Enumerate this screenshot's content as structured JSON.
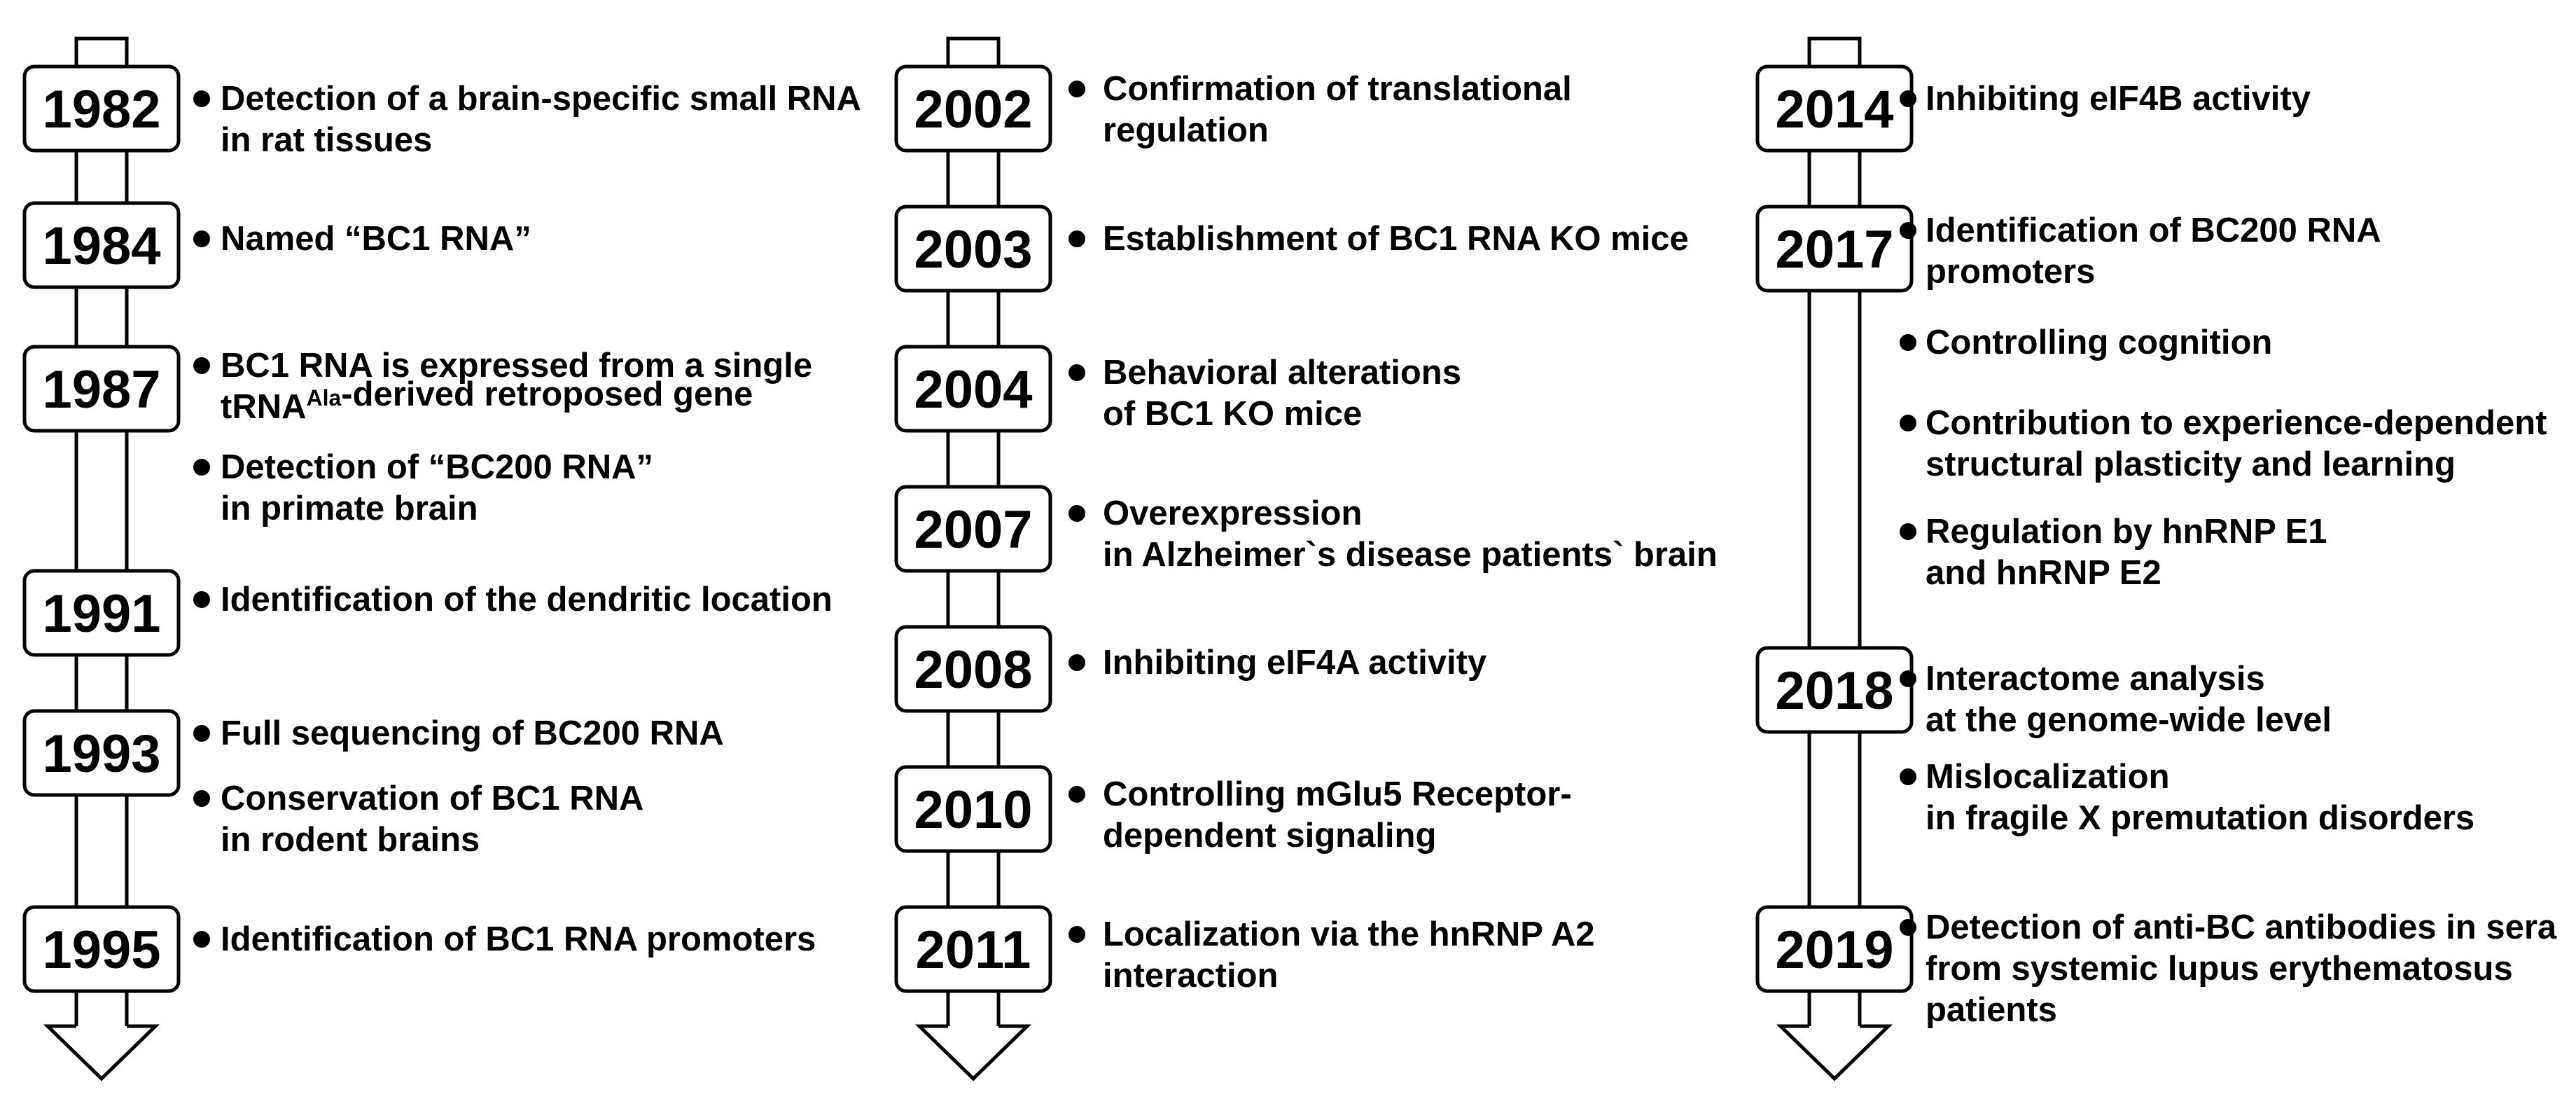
{
  "columns": [
    {
      "years": [
        {
          "label": "1982",
          "events": [
            {
              "lines": [
                "Detection of a brain-specific small RNA",
                "in rat tissues"
              ]
            }
          ]
        },
        {
          "label": "1984",
          "events": [
            {
              "lines": [
                "Named “BC1 RNA”"
              ]
            }
          ]
        },
        {
          "label": "1987",
          "events": [
            {
              "lines": [
                [
                  {
                    "t": "BC1 RNA is expressed from a single"
                  }
                ],
                [
                  {
                    "t": "tRNA"
                  },
                  {
                    "t": "Ala",
                    "sup": true
                  },
                  {
                    "t": "-derived retroposed gene"
                  }
                ]
              ]
            },
            {
              "lines": [
                "Detection of “BC200 RNA”",
                "in primate brain"
              ]
            }
          ]
        },
        {
          "label": "1991",
          "events": [
            {
              "lines": [
                "Identification of the dendritic location"
              ]
            }
          ]
        },
        {
          "label": "1993",
          "events": [
            {
              "lines": [
                " Full sequencing of BC200 RNA"
              ]
            },
            {
              "lines": [
                "Conservation of BC1 RNA",
                "in rodent brains"
              ]
            }
          ]
        },
        {
          "label": "1995",
          "events": [
            {
              "lines": [
                "Identification of BC1 RNA promoters"
              ]
            }
          ]
        }
      ]
    },
    {
      "years": [
        {
          "label": "2002",
          "events": [
            {
              "lines": [
                "Confirmation of translational",
                "regulation"
              ]
            }
          ]
        },
        {
          "label": "2003",
          "events": [
            {
              "lines": [
                "Establishment of BC1 RNA KO mice"
              ]
            }
          ]
        },
        {
          "label": "2004",
          "events": [
            {
              "lines": [
                "Behavioral alterations",
                "of BC1 KO mice"
              ]
            }
          ]
        },
        {
          "label": "2007",
          "events": [
            {
              "lines": [
                "Overexpression",
                "in Alzheimer`s disease patients` brain"
              ]
            }
          ]
        },
        {
          "label": "2008",
          "events": [
            {
              "lines": [
                "Inhibiting eIF4A activity"
              ]
            }
          ]
        },
        {
          "label": "2010",
          "events": [
            {
              "lines": [
                "Controlling mGlu5 Receptor-",
                "dependent signaling"
              ]
            }
          ]
        },
        {
          "label": "2011",
          "events": [
            {
              "lines": [
                "Localization via the hnRNP A2",
                "interaction"
              ]
            }
          ]
        }
      ]
    },
    {
      "years": [
        {
          "label": "2014",
          "events": [
            {
              "lines": [
                "Inhibiting eIF4B activity"
              ]
            }
          ]
        },
        {
          "label": "2017",
          "events": [
            {
              "lines": [
                "Identification of BC200 RNA",
                "promoters"
              ]
            },
            {
              "lines": [
                "Controlling cognition"
              ]
            },
            {
              "lines": [
                "Contribution to experience-dependent",
                "structural plasticity and learning"
              ]
            },
            {
              "lines": [
                "Regulation by hnRNP E1",
                "and hnRNP E2"
              ]
            }
          ]
        },
        {
          "label": "2018",
          "events": [
            {
              "lines": [
                "Interactome analysis",
                "at the genome-wide level"
              ]
            },
            {
              "lines": [
                "Mislocalization",
                "in fragile X premutation disorders"
              ]
            }
          ]
        },
        {
          "label": "2019",
          "events": [
            {
              "lines": [
                "Detection of anti-BC antibodies in sera",
                "from systemic lupus erythematosus",
                "patients"
              ]
            }
          ]
        }
      ]
    }
  ]
}
